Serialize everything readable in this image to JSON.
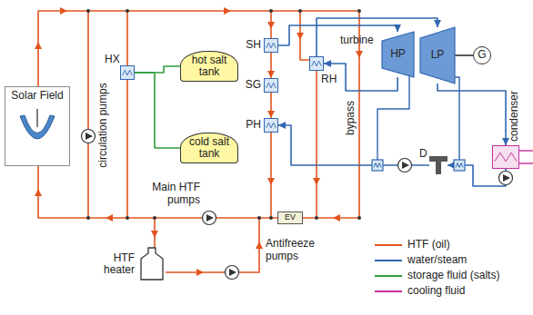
{
  "diagram": {
    "nodes": [
      {
        "text": [
          "Solar Field"
        ]
      },
      {
        "text": [
          "HX"
        ]
      },
      {
        "text": [
          "hot salt tank"
        ]
      },
      {
        "text": [
          "cold salt tank"
        ]
      },
      {
        "text": [
          "SH"
        ]
      },
      {
        "text": [
          "SG"
        ]
      },
      {
        "text": [
          "PH"
        ]
      },
      {
        "text": [
          "RH"
        ]
      },
      {
        "text": [
          "HP"
        ]
      },
      {
        "text": [
          "LP"
        ]
      },
      {
        "text": [
          "G"
        ]
      },
      {
        "text": [
          "condenser"
        ]
      },
      {
        "text": [
          "D"
        ]
      },
      {
        "text": [
          "EV"
        ]
      },
      {
        "text": [
          "HTF heater"
        ]
      }
    ],
    "edges": [
      {
        "from": 4,
        "to": 5,
        "arrow": "to"
      },
      {
        "from": 5,
        "to": 6,
        "arrow": "to"
      },
      {
        "from": 1,
        "to": 2,
        "arrow": "none"
      },
      {
        "from": 1,
        "to": 3,
        "arrow": "none"
      },
      {
        "from": 4,
        "to": 8,
        "arrow": "to"
      },
      {
        "from": 8,
        "to": 7,
        "arrow": "to"
      },
      {
        "from": 7,
        "to": 9,
        "arrow": "to"
      },
      {
        "from": 9,
        "to": 10,
        "arrow": "none"
      },
      {
        "from": 9,
        "to": 11,
        "arrow": "to"
      },
      {
        "from": 11,
        "to": 12,
        "arrow": "to"
      },
      {
        "from": 12,
        "to": 6,
        "arrow": "to"
      }
    ],
    "labels": [
      "circulation pumps",
      "Main HTF pumps",
      "Antifreeze pumps",
      "bypass",
      "turbine"
    ],
    "legend": [
      {
        "text": "HTF (oil)"
      },
      {
        "text": "water/steam"
      },
      {
        "text": "storage fluid (salts)"
      },
      {
        "text": "cooling fluid"
      }
    ]
  }
}
